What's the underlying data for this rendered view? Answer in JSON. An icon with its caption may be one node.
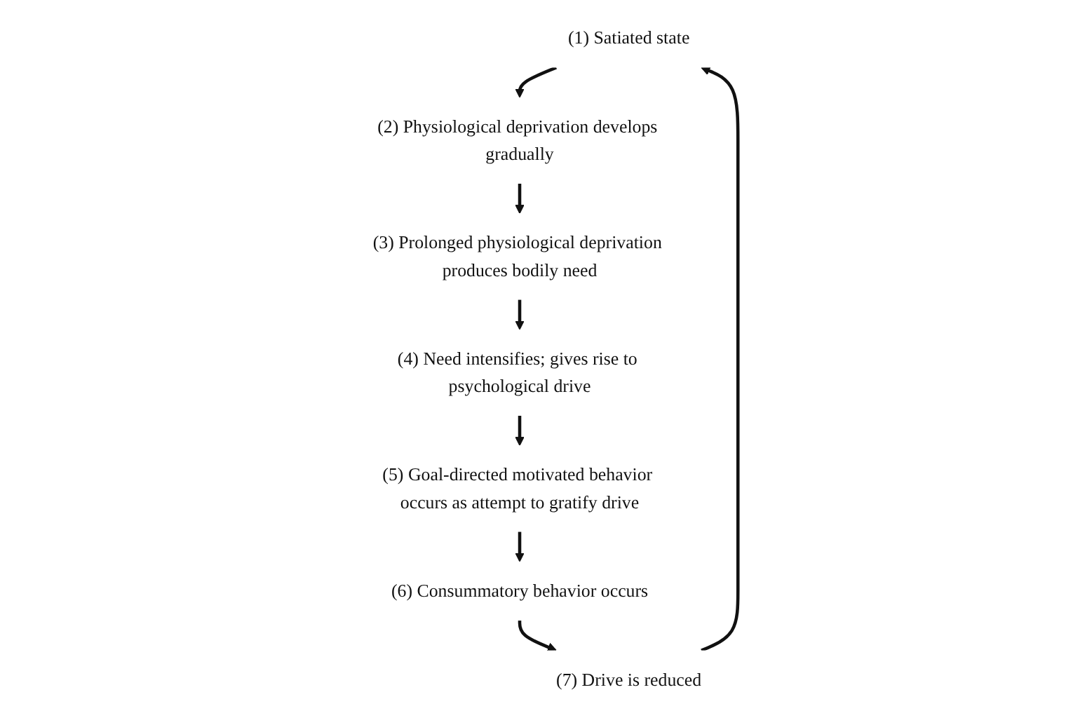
{
  "diagram": {
    "nodes": [
      {
        "text": [
          "(1) Satiated state"
        ]
      },
      {
        "text": [
          "(2) Physiological deprivation develops gradually"
        ]
      },
      {
        "text": [
          "(3) Prolonged physiological deprivation produces bodily need"
        ]
      },
      {
        "text": [
          "(4) Need intensifies; gives rise to psychological drive"
        ]
      },
      {
        "text": [
          "(5) Goal-directed motivated behavior occurs as attempt to gratify drive"
        ]
      },
      {
        "text": [
          "(6) Consummatory behavior occurs"
        ]
      },
      {
        "text": [
          "(7) Drive is reduced"
        ]
      }
    ],
    "edges": [
      {
        "from": 0,
        "to": 1,
        "arrow": "to"
      },
      {
        "from": 1,
        "to": 2,
        "arrow": "to"
      },
      {
        "from": 2,
        "to": 3,
        "arrow": "to"
      },
      {
        "from": 3,
        "to": 4,
        "arrow": "to"
      },
      {
        "from": 4,
        "to": 5,
        "arrow": "to"
      },
      {
        "from": 5,
        "to": 6,
        "arrow": "to"
      },
      {
        "from": 6,
        "to": 0,
        "arrow": "to"
      }
    ]
  }
}
